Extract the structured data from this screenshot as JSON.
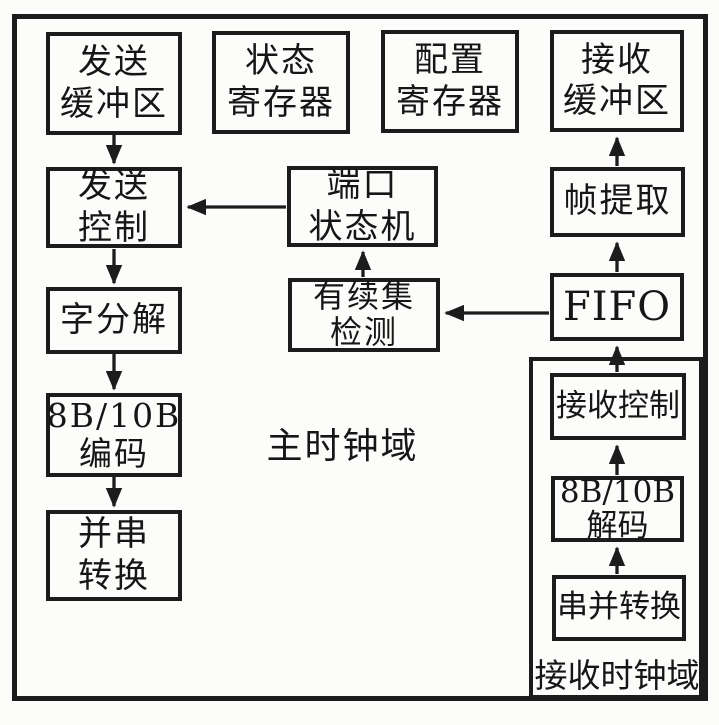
{
  "diagram": {
    "description": "Block diagram of a transceiver IP core with main clock domain and receive clock domain",
    "background_color": "#fcfcfa",
    "line_color": "#1c1c1c",
    "domain_labels": {
      "main_clock": "主时钟域",
      "receive_clock": "接收时钟域"
    },
    "nodes": {
      "send_buffer": {
        "lines": [
          "发送",
          "缓冲区"
        ]
      },
      "status_register": {
        "lines": [
          "状态",
          "寄存器"
        ]
      },
      "config_register": {
        "lines": [
          "配置",
          "寄存器"
        ]
      },
      "receive_buffer": {
        "lines": [
          "接收",
          "缓冲区"
        ]
      },
      "send_control": {
        "lines": [
          "发送",
          "控制"
        ]
      },
      "port_state_machine": {
        "lines": [
          "端口",
          "状态机"
        ]
      },
      "frame_extract": {
        "lines": [
          "帧提取"
        ]
      },
      "word_split": {
        "lines": [
          "字分解"
        ]
      },
      "ordered_set_detect": {
        "lines": [
          "有续集",
          "检测"
        ]
      },
      "fifo": {
        "lines": [
          "FIFO"
        ]
      },
      "encoder_8b10b": {
        "lines": [
          "8B/10B",
          "编码"
        ]
      },
      "parallel_to_serial": {
        "lines": [
          "并串",
          "转换"
        ]
      },
      "receive_control": {
        "lines": [
          "接收控制"
        ]
      },
      "decoder_8b10b": {
        "lines": [
          "8B/10B",
          "解码"
        ]
      },
      "serial_to_parallel": {
        "lines": [
          "串并转换"
        ]
      }
    },
    "edges": [
      {
        "from": "send_buffer",
        "to": "send_control"
      },
      {
        "from": "send_control",
        "to": "word_split"
      },
      {
        "from": "word_split",
        "to": "encoder_8b10b"
      },
      {
        "from": "encoder_8b10b",
        "to": "parallel_to_serial"
      },
      {
        "from": "port_state_machine",
        "to": "send_control"
      },
      {
        "from": "ordered_set_detect",
        "to": "port_state_machine"
      },
      {
        "from": "fifo",
        "to": "ordered_set_detect"
      },
      {
        "from": "fifo",
        "to": "frame_extract"
      },
      {
        "from": "frame_extract",
        "to": "receive_buffer"
      },
      {
        "from": "receive_control",
        "to": "fifo"
      },
      {
        "from": "decoder_8b10b",
        "to": "receive_control"
      },
      {
        "from": "serial_to_parallel",
        "to": "decoder_8b10b"
      }
    ]
  }
}
